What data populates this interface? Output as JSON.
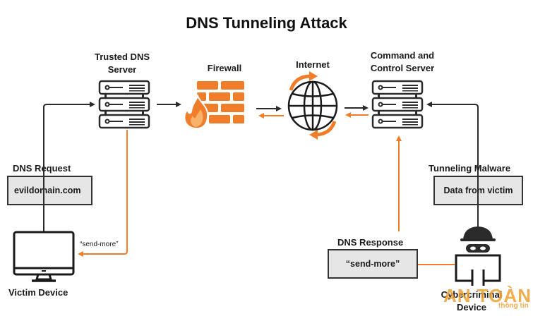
{
  "title": "DNS Tunneling Attack",
  "nodes": {
    "trusted_dns": {
      "label_line1": "Trusted DNS",
      "label_line2": "Server",
      "icon": "server-rack-icon"
    },
    "firewall": {
      "label": "Firewall",
      "icon": "firewall-brick-flame-icon"
    },
    "internet": {
      "label": "Internet",
      "icon": "globe-cycle-icon"
    },
    "c2_server": {
      "label_line1": "Command and",
      "label_line2": "Control Server",
      "icon": "server-rack-icon"
    },
    "victim": {
      "label": "Victim Device",
      "icon": "desktop-monitor-icon"
    },
    "cybercriminal": {
      "label_line1": "Cybercriminal",
      "label_line2": "Device",
      "icon": "hacker-icon"
    }
  },
  "boxes": {
    "dns_request": {
      "heading": "DNS Request",
      "value": "evildomain.com"
    },
    "tunneling_malware": {
      "heading": "Tunneling Malware",
      "value": "Data from victim"
    },
    "dns_response": {
      "heading": "DNS Response",
      "value": "“send-more”"
    }
  },
  "edge_labels": {
    "victim_reply": "“send-more”"
  },
  "colors": {
    "accent": "#f07d2a",
    "line": "#2b2b2b",
    "box_fill": "#e6e6e6"
  },
  "watermark": {
    "main": "AN TOÀN",
    "sub": "thông tin"
  }
}
